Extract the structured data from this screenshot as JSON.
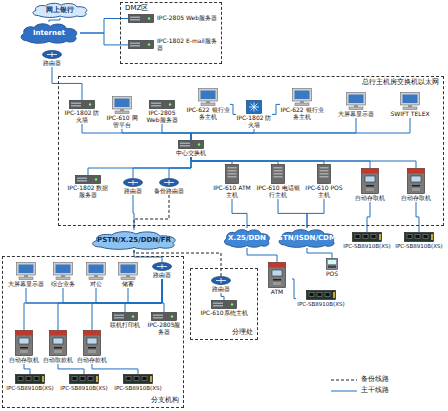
{
  "diagram": {
    "nodes": [
      {
        "text": [
          "网上银行"
        ]
      },
      {
        "text": [
          "Internet"
        ]
      },
      {
        "text": [
          "路由器"
        ]
      },
      {
        "text": [
          "DMZ区"
        ]
      },
      {
        "text": [
          "IPC-2805 Web服务器"
        ],
        "in": 3
      },
      {
        "text": [
          "IPC-1802 E-mail服务器"
        ],
        "in": 3
      },
      {
        "text": [
          "总行主机房交换机以太网"
        ]
      },
      {
        "text": [
          "IPC-1802 防火墙"
        ],
        "in": 6
      },
      {
        "text": [
          "IPC-610 网管平台"
        ],
        "in": 6
      },
      {
        "text": [
          "IPC-2805 Web服务器"
        ],
        "in": 6
      },
      {
        "text": [
          "IPC-622 银行业务主机"
        ],
        "in": 6
      },
      {
        "text": [
          "IPC-1802 防火墙"
        ],
        "in": 6
      },
      {
        "text": [
          "IPC-622 银行业务主机"
        ],
        "in": 6
      },
      {
        "text": [
          "大屏幕显示器"
        ],
        "in": 6
      },
      {
        "text": [
          "SWIFT TELEX"
        ],
        "in": 6
      },
      {
        "text": [
          "中心交换机"
        ],
        "in": 6
      },
      {
        "text": [
          "IPC-1802 数据服务器"
        ],
        "in": 6
      },
      {
        "text": [
          "路由器"
        ],
        "in": 6
      },
      {
        "text": [
          "备份路由器"
        ],
        "in": 6
      },
      {
        "text": [
          "IPC-610 ATM主机"
        ],
        "in": 6
      },
      {
        "text": [
          "IPC-610 电话银行主机"
        ],
        "in": 6
      },
      {
        "text": [
          "IPC-610 POS主机"
        ],
        "in": 6
      },
      {
        "text": [
          "自动存取机"
        ],
        "in": 6
      },
      {
        "text": [
          "自动存取机"
        ],
        "in": 6
      },
      {
        "text": [
          "IPC-SB8910B(XS)"
        ]
      },
      {
        "text": [
          "IPC-SB8910B(XS)"
        ]
      },
      {
        "text": [
          "PSTN/X.25/DDN/FR"
        ]
      },
      {
        "text": [
          "X.25/DDN"
        ]
      },
      {
        "text": [
          "PSTN/ISDN/CDMA"
        ]
      },
      {
        "text": [
          "POS"
        ]
      },
      {
        "text": [
          "ATM"
        ]
      },
      {
        "text": [
          "IPC-SB8910B(XS)"
        ]
      },
      {
        "text": [
          "分支机构"
        ]
      },
      {
        "text": [
          "大屏幕显示器"
        ],
        "in": 32
      },
      {
        "text": [
          "综合业务"
        ],
        "in": 32
      },
      {
        "text": [
          "对公"
        ],
        "in": 32
      },
      {
        "text": [
          "储蓄"
        ],
        "in": 32
      },
      {
        "text": [
          "路由器"
        ],
        "in": 32
      },
      {
        "text": [
          "联机打印机"
        ],
        "in": 32
      },
      {
        "text": [
          "IPC-2805服务器"
        ],
        "in": 32
      },
      {
        "text": [
          "自动存取机"
        ],
        "in": 32
      },
      {
        "text": [
          "自动取款机"
        ],
        "in": 32
      },
      {
        "text": [
          "自动存款机"
        ],
        "in": 32
      },
      {
        "text": [
          "IPC-SB8910B(XS)"
        ],
        "in": 32
      },
      {
        "text": [
          "IPC-SB8910B(XS)"
        ],
        "in": 32
      },
      {
        "text": [
          "IPC-SB8910B(XS)"
        ],
        "in": 32
      },
      {
        "text": [
          "分理处"
        ]
      },
      {
        "text": [
          "路由器"
        ],
        "in": 46
      },
      {
        "text": [
          "IPC-610系统主机"
        ],
        "in": 46
      }
    ],
    "edges": [
      {
        "from": 0,
        "to": 1,
        "arrow": "none"
      },
      {
        "from": 1,
        "to": 4,
        "arrow": "none"
      },
      {
        "from": 1,
        "to": 5,
        "arrow": "none"
      },
      {
        "from": 2,
        "to": 7,
        "arrow": "none"
      },
      {
        "from": 7,
        "to": 15,
        "arrow": "none"
      },
      {
        "from": 8,
        "to": 15,
        "arrow": "none"
      },
      {
        "from": 9,
        "to": 15,
        "arrow": "none"
      },
      {
        "from": 10,
        "to": 11,
        "arrow": "none"
      },
      {
        "from": 12,
        "to": 11,
        "arrow": "none"
      },
      {
        "from": 11,
        "to": 15,
        "arrow": "none"
      },
      {
        "from": 15,
        "to": 13,
        "arrow": "none"
      },
      {
        "from": 15,
        "to": 14,
        "arrow": "none"
      },
      {
        "from": 15,
        "to": 16,
        "arrow": "none"
      },
      {
        "from": 15,
        "to": 17,
        "arrow": "none"
      },
      {
        "from": 15,
        "to": 18,
        "arrow": "none"
      },
      {
        "from": 15,
        "to": 19,
        "arrow": "none"
      },
      {
        "from": 15,
        "to": 20,
        "arrow": "none"
      },
      {
        "from": 15,
        "to": 21,
        "arrow": "none"
      },
      {
        "from": 15,
        "to": 22,
        "arrow": "none"
      },
      {
        "from": 15,
        "to": 23,
        "arrow": "none"
      },
      {
        "from": 22,
        "to": 24,
        "arrow": "none"
      },
      {
        "from": 23,
        "to": 25,
        "arrow": "none"
      },
      {
        "from": 17,
        "to": 26,
        "arrow": "none"
      },
      {
        "from": 18,
        "to": 26,
        "arrow": "none"
      },
      {
        "from": 19,
        "to": 27,
        "arrow": "none"
      },
      {
        "from": 20,
        "to": 28,
        "arrow": "none"
      },
      {
        "from": 21,
        "to": 28,
        "arrow": "none"
      },
      {
        "from": 28,
        "to": 29,
        "arrow": "none"
      },
      {
        "from": 27,
        "to": 30,
        "arrow": "none"
      },
      {
        "from": 30,
        "to": 31,
        "arrow": "none"
      },
      {
        "from": 26,
        "to": 37,
        "arrow": "none"
      },
      {
        "from": 26,
        "to": 47,
        "arrow": "none"
      },
      {
        "from": 37,
        "to": 33,
        "arrow": "none"
      },
      {
        "from": 37,
        "to": 34,
        "arrow": "none"
      },
      {
        "from": 37,
        "to": 35,
        "arrow": "none"
      },
      {
        "from": 37,
        "to": 36,
        "arrow": "none"
      },
      {
        "from": 37,
        "to": 38,
        "arrow": "none"
      },
      {
        "from": 37,
        "to": 39,
        "arrow": "none"
      },
      {
        "from": 37,
        "to": 40,
        "arrow": "none"
      },
      {
        "from": 37,
        "to": 41,
        "arrow": "none"
      },
      {
        "from": 37,
        "to": 42,
        "arrow": "none"
      },
      {
        "from": 40,
        "to": 43,
        "arrow": "none"
      },
      {
        "from": 41,
        "to": 44,
        "arrow": "none"
      },
      {
        "from": 42,
        "to": 45,
        "arrow": "none"
      },
      {
        "from": 47,
        "to": 48,
        "arrow": "none"
      }
    ],
    "legend": [
      {
        "text": "备份线路"
      },
      {
        "text": "主干线路"
      }
    ]
  }
}
